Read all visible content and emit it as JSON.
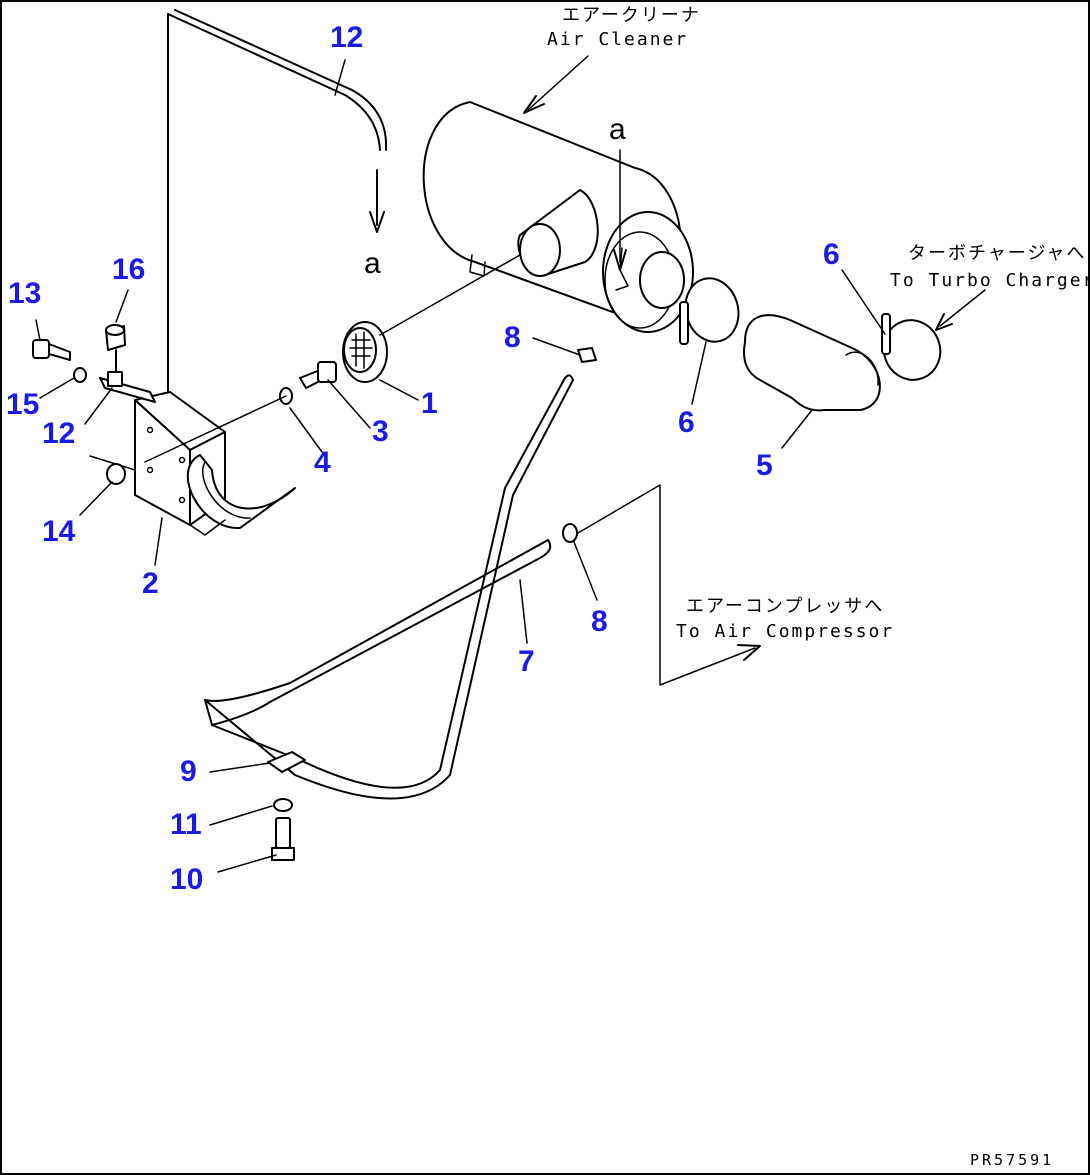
{
  "notes": {
    "air_cleaner_jp": "エアークリーナ",
    "air_cleaner_en": "Air Cleaner",
    "turbo_jp": "ターボチャージャへ",
    "turbo_en": "To Turbo Charger",
    "compressor_jp": "エアーコンプレッサへ",
    "compressor_en": "To Air Compressor"
  },
  "refs": {
    "a_top": "a",
    "a_bottom": "a"
  },
  "callouts": {
    "c1": "1",
    "c2": "2",
    "c3": "3",
    "c4": "4",
    "c5": "5",
    "c6a": "6",
    "c6b": "6",
    "c7": "7",
    "c8a": "8",
    "c8b": "8",
    "c9": "9",
    "c10": "10",
    "c11": "11",
    "c12a": "12",
    "c12b": "12",
    "c13": "13",
    "c14": "14",
    "c15": "15",
    "c16": "16"
  },
  "drawing_code": "PR57591",
  "colors": {
    "callout": "#1a1ae6",
    "line": "#000000",
    "background": "#ffffff"
  }
}
